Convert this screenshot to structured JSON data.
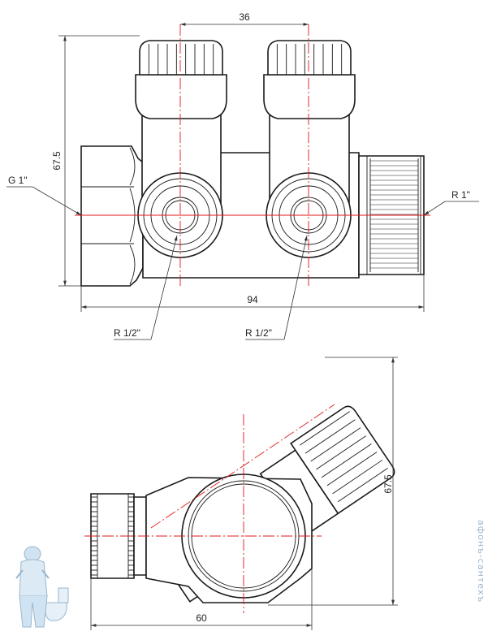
{
  "top_view": {
    "dim_spacing": "36",
    "dim_height": "67.5",
    "dim_length": "94",
    "inlet_thread": "G 1\"",
    "outlet_thread": "R 1\"",
    "branch_thread_left": "R 1/2\"",
    "branch_thread_right": "R 1/2\""
  },
  "side_view": {
    "dim_height": "67.5",
    "dim_width": "60"
  },
  "watermark": "афонъ-сантехъ",
  "colors": {
    "outline": "#1a1a1a",
    "axis": "#e01818",
    "watermark": "#9ab6cc"
  }
}
